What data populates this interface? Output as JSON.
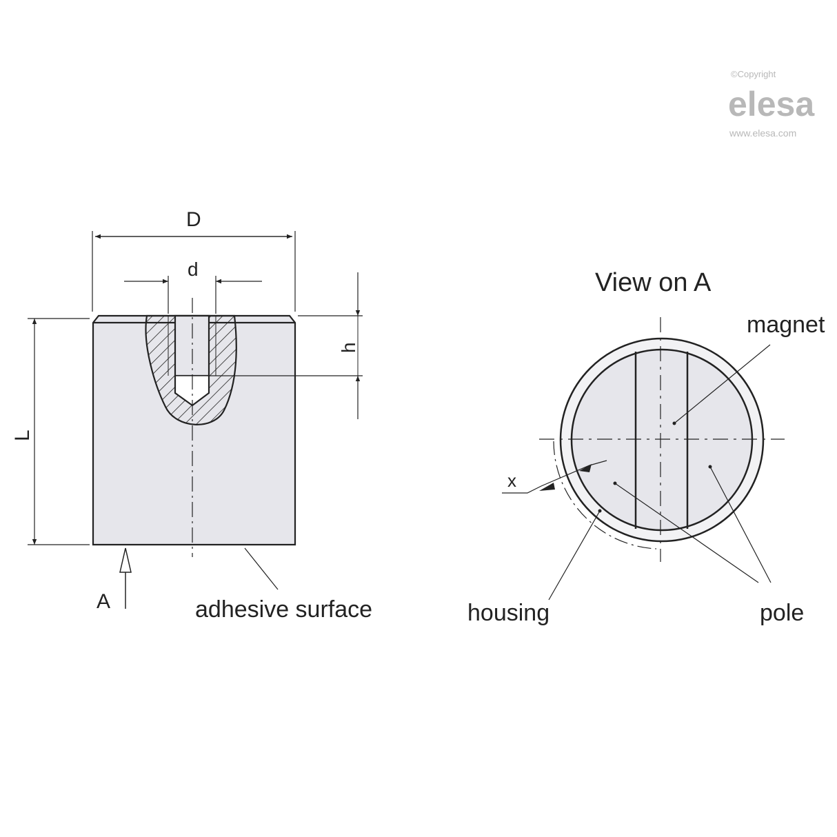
{
  "logo": {
    "copyright": "©Copyright",
    "brand": "elesa",
    "url": "www.elesa.com"
  },
  "side_view": {
    "D": "D",
    "d": "d",
    "h": "h",
    "L": "L",
    "A": "A",
    "adhesive": "adhesive surface"
  },
  "front_view": {
    "title": "View on A",
    "magnet": "magnet",
    "x": "x",
    "housing": "housing",
    "pole": "pole"
  },
  "colors": {
    "fill": "#e6e6eb",
    "line": "#222222",
    "logo": "#b8b8b8"
  }
}
